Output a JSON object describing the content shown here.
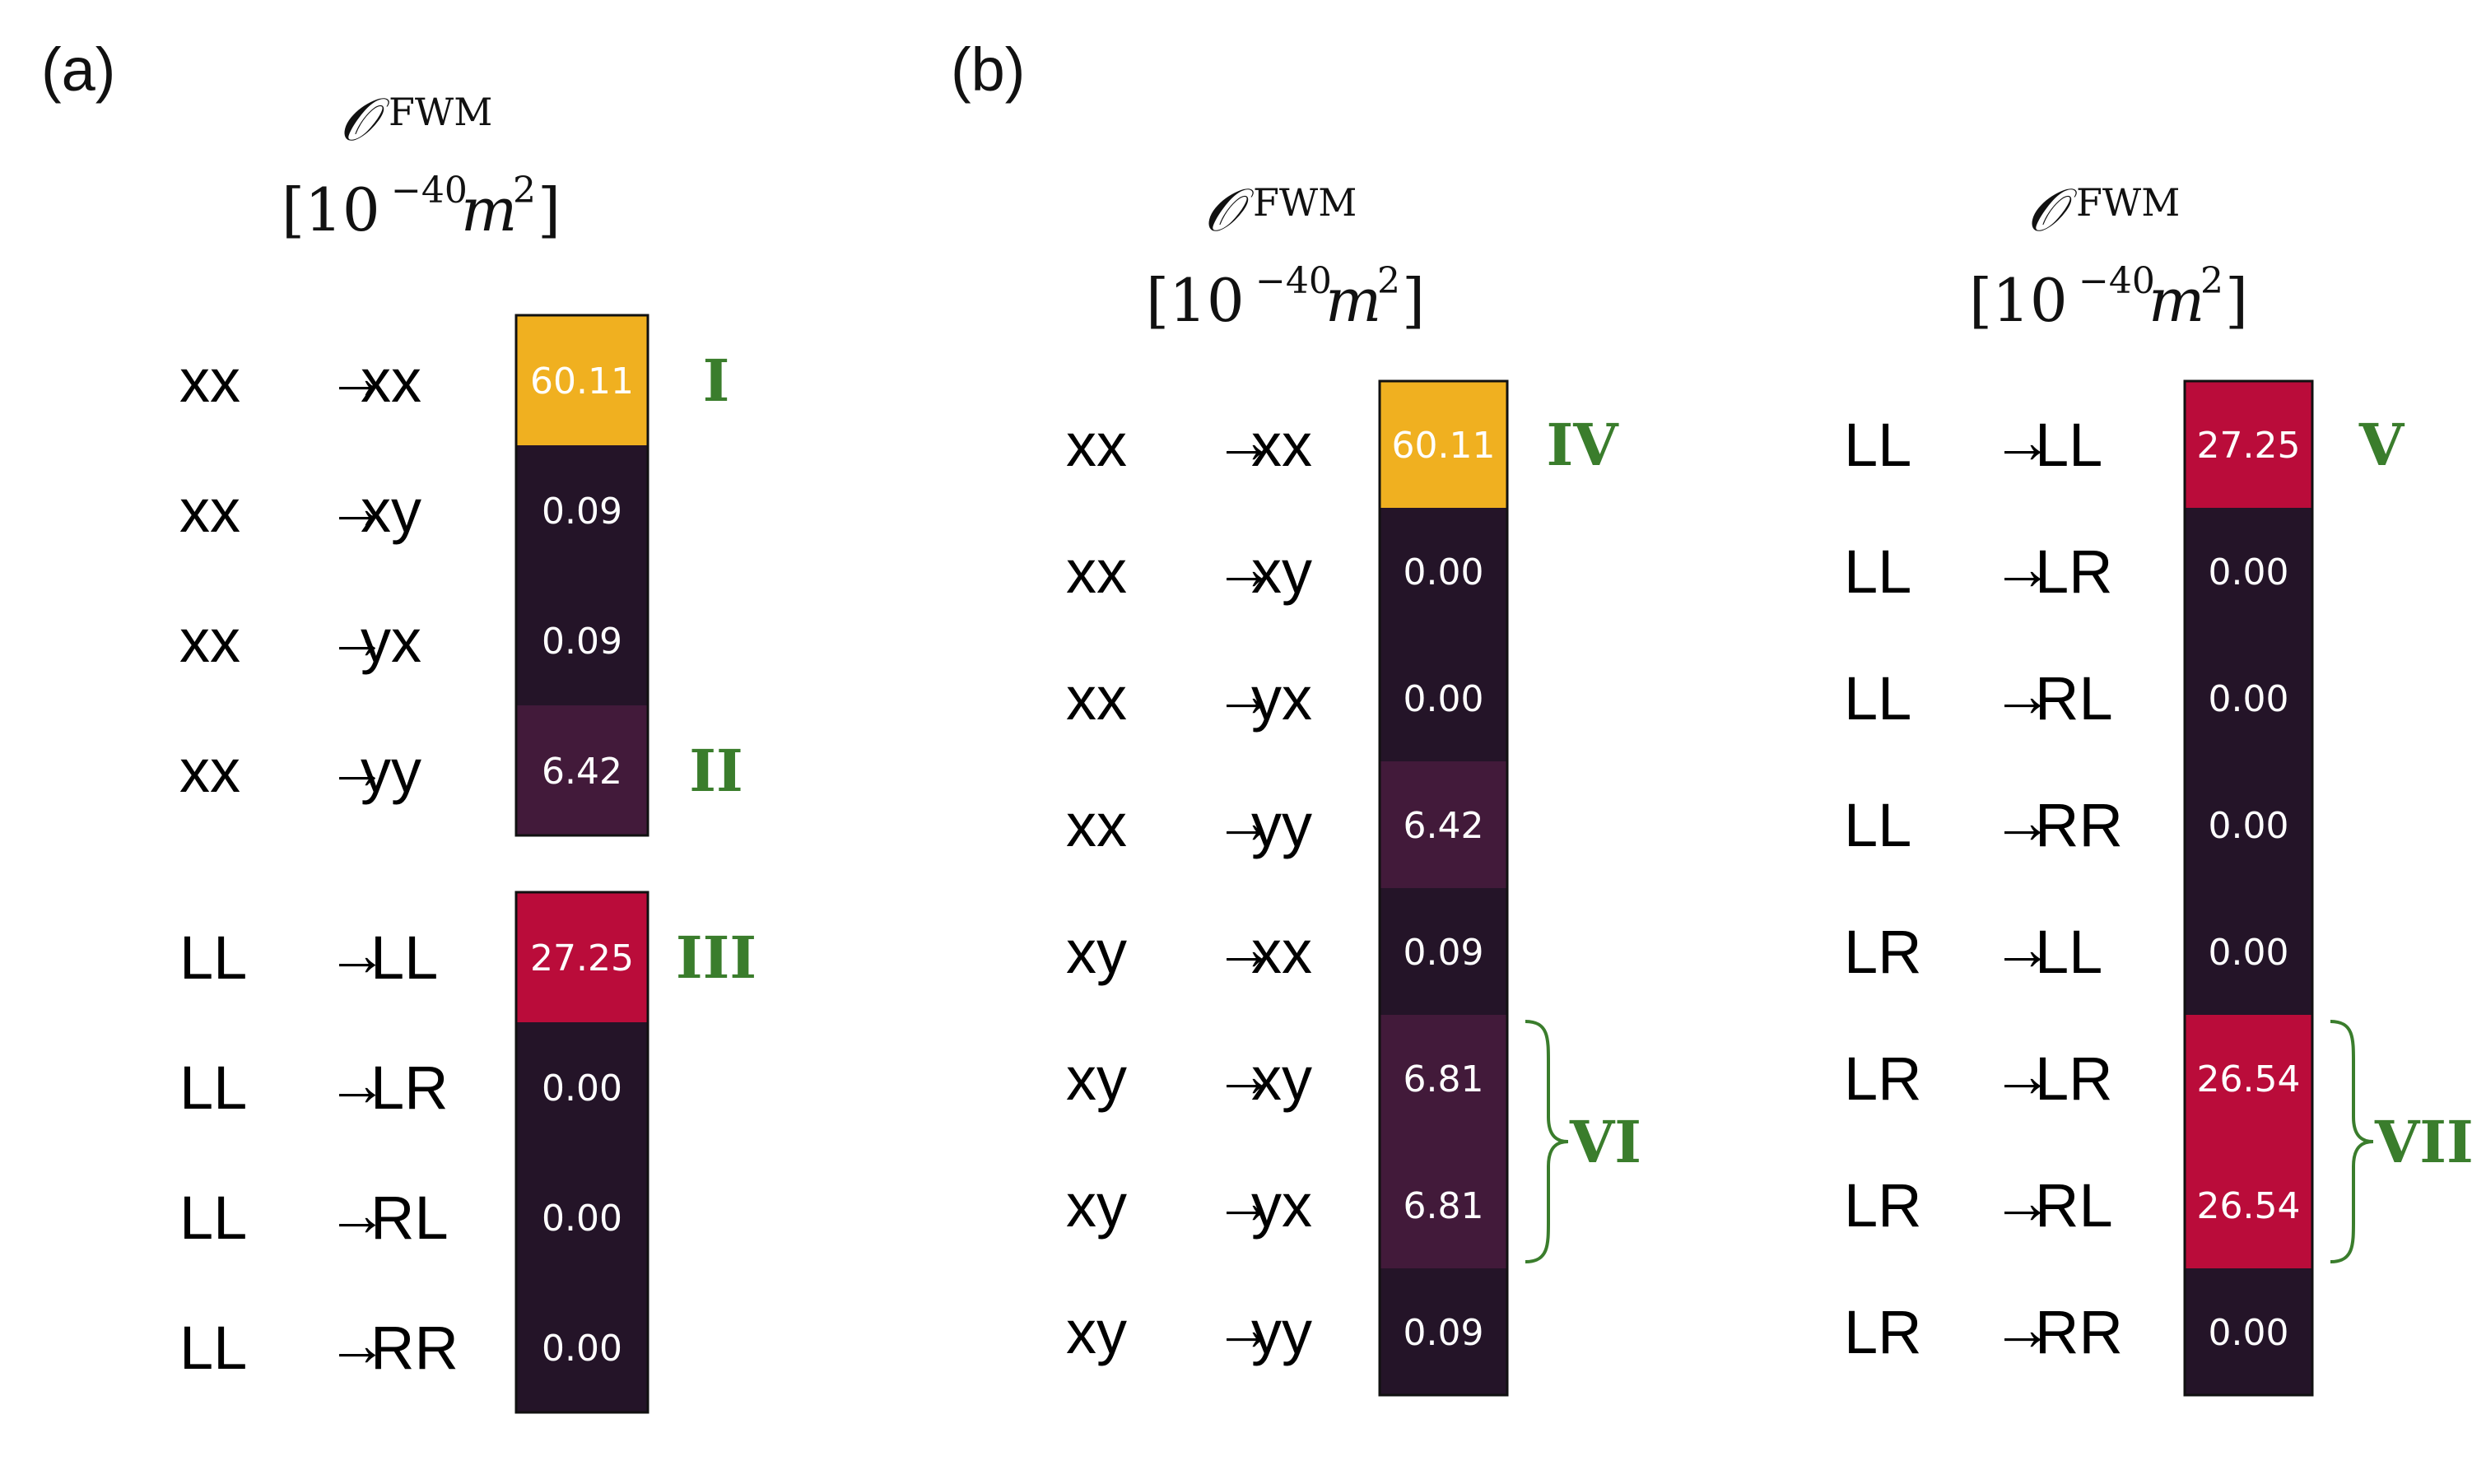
{
  "panel_labels": [
    "(a)",
    "(b)"
  ],
  "axis_title": {
    "symbol": "𝒪",
    "superscript": "FWM",
    "unit_open": "[10",
    "unit_exp": "−40",
    "unit_m": "m",
    "unit_m_exp": "2",
    "unit_close": "]"
  },
  "colors": {
    "low": "#241428",
    "mid": "#421a3a",
    "high": "#ba0c3a",
    "max": "#f0b020",
    "annotation": "#3a7d2c"
  },
  "chart_data": [
    {
      "type": "heatmap",
      "panel": "(a)",
      "rows": [
        "xx → xx",
        "xx → xy",
        "xx → yx",
        "xx → yy"
      ],
      "values": [
        60.11,
        0.09,
        0.09,
        6.42
      ],
      "value_labels": [
        "60.11",
        "0.09",
        "0.09",
        "6.42"
      ],
      "annotations": [
        {
          "label": "I",
          "row": 0
        },
        {
          "label": "II",
          "row": 3
        }
      ]
    },
    {
      "type": "heatmap",
      "panel": "(a)",
      "rows": [
        "LL → LL",
        "LL → LR",
        "LL → RL",
        "LL → RR"
      ],
      "values": [
        27.25,
        0.0,
        0.0,
        0.0
      ],
      "value_labels": [
        "27.25",
        "0.00",
        "0.00",
        "0.00"
      ],
      "annotations": [
        {
          "label": "III",
          "row": 0
        }
      ]
    },
    {
      "type": "heatmap",
      "panel": "(b)",
      "rows": [
        "xx → xx",
        "xx → xy",
        "xx → yx",
        "xx → yy",
        "xy → xx",
        "xy → xy",
        "xy → yx",
        "xy → yy"
      ],
      "values": [
        60.11,
        0.0,
        0.0,
        6.42,
        0.09,
        6.81,
        6.81,
        0.09
      ],
      "value_labels": [
        "60.11",
        "0.00",
        "0.00",
        "6.42",
        "0.09",
        "6.81",
        "6.81",
        "0.09"
      ],
      "annotations": [
        {
          "label": "IV",
          "row": 0
        },
        {
          "label": "VI",
          "rows": [
            5,
            6
          ],
          "brace": true
        }
      ]
    },
    {
      "type": "heatmap",
      "panel": "(b)",
      "rows": [
        "LL → LL",
        "LL → LR",
        "LL → RL",
        "LL → RR",
        "LR → LL",
        "LR → LR",
        "LR → RL",
        "LR → RR"
      ],
      "values": [
        27.25,
        0.0,
        0.0,
        0.0,
        0.0,
        26.54,
        26.54,
        0.0
      ],
      "value_labels": [
        "27.25",
        "0.00",
        "0.00",
        "0.00",
        "0.00",
        "26.54",
        "26.54",
        "0.00"
      ],
      "annotations": [
        {
          "label": "V",
          "row": 0
        },
        {
          "label": "VII",
          "rows": [
            5,
            6
          ],
          "brace": true
        }
      ]
    }
  ]
}
